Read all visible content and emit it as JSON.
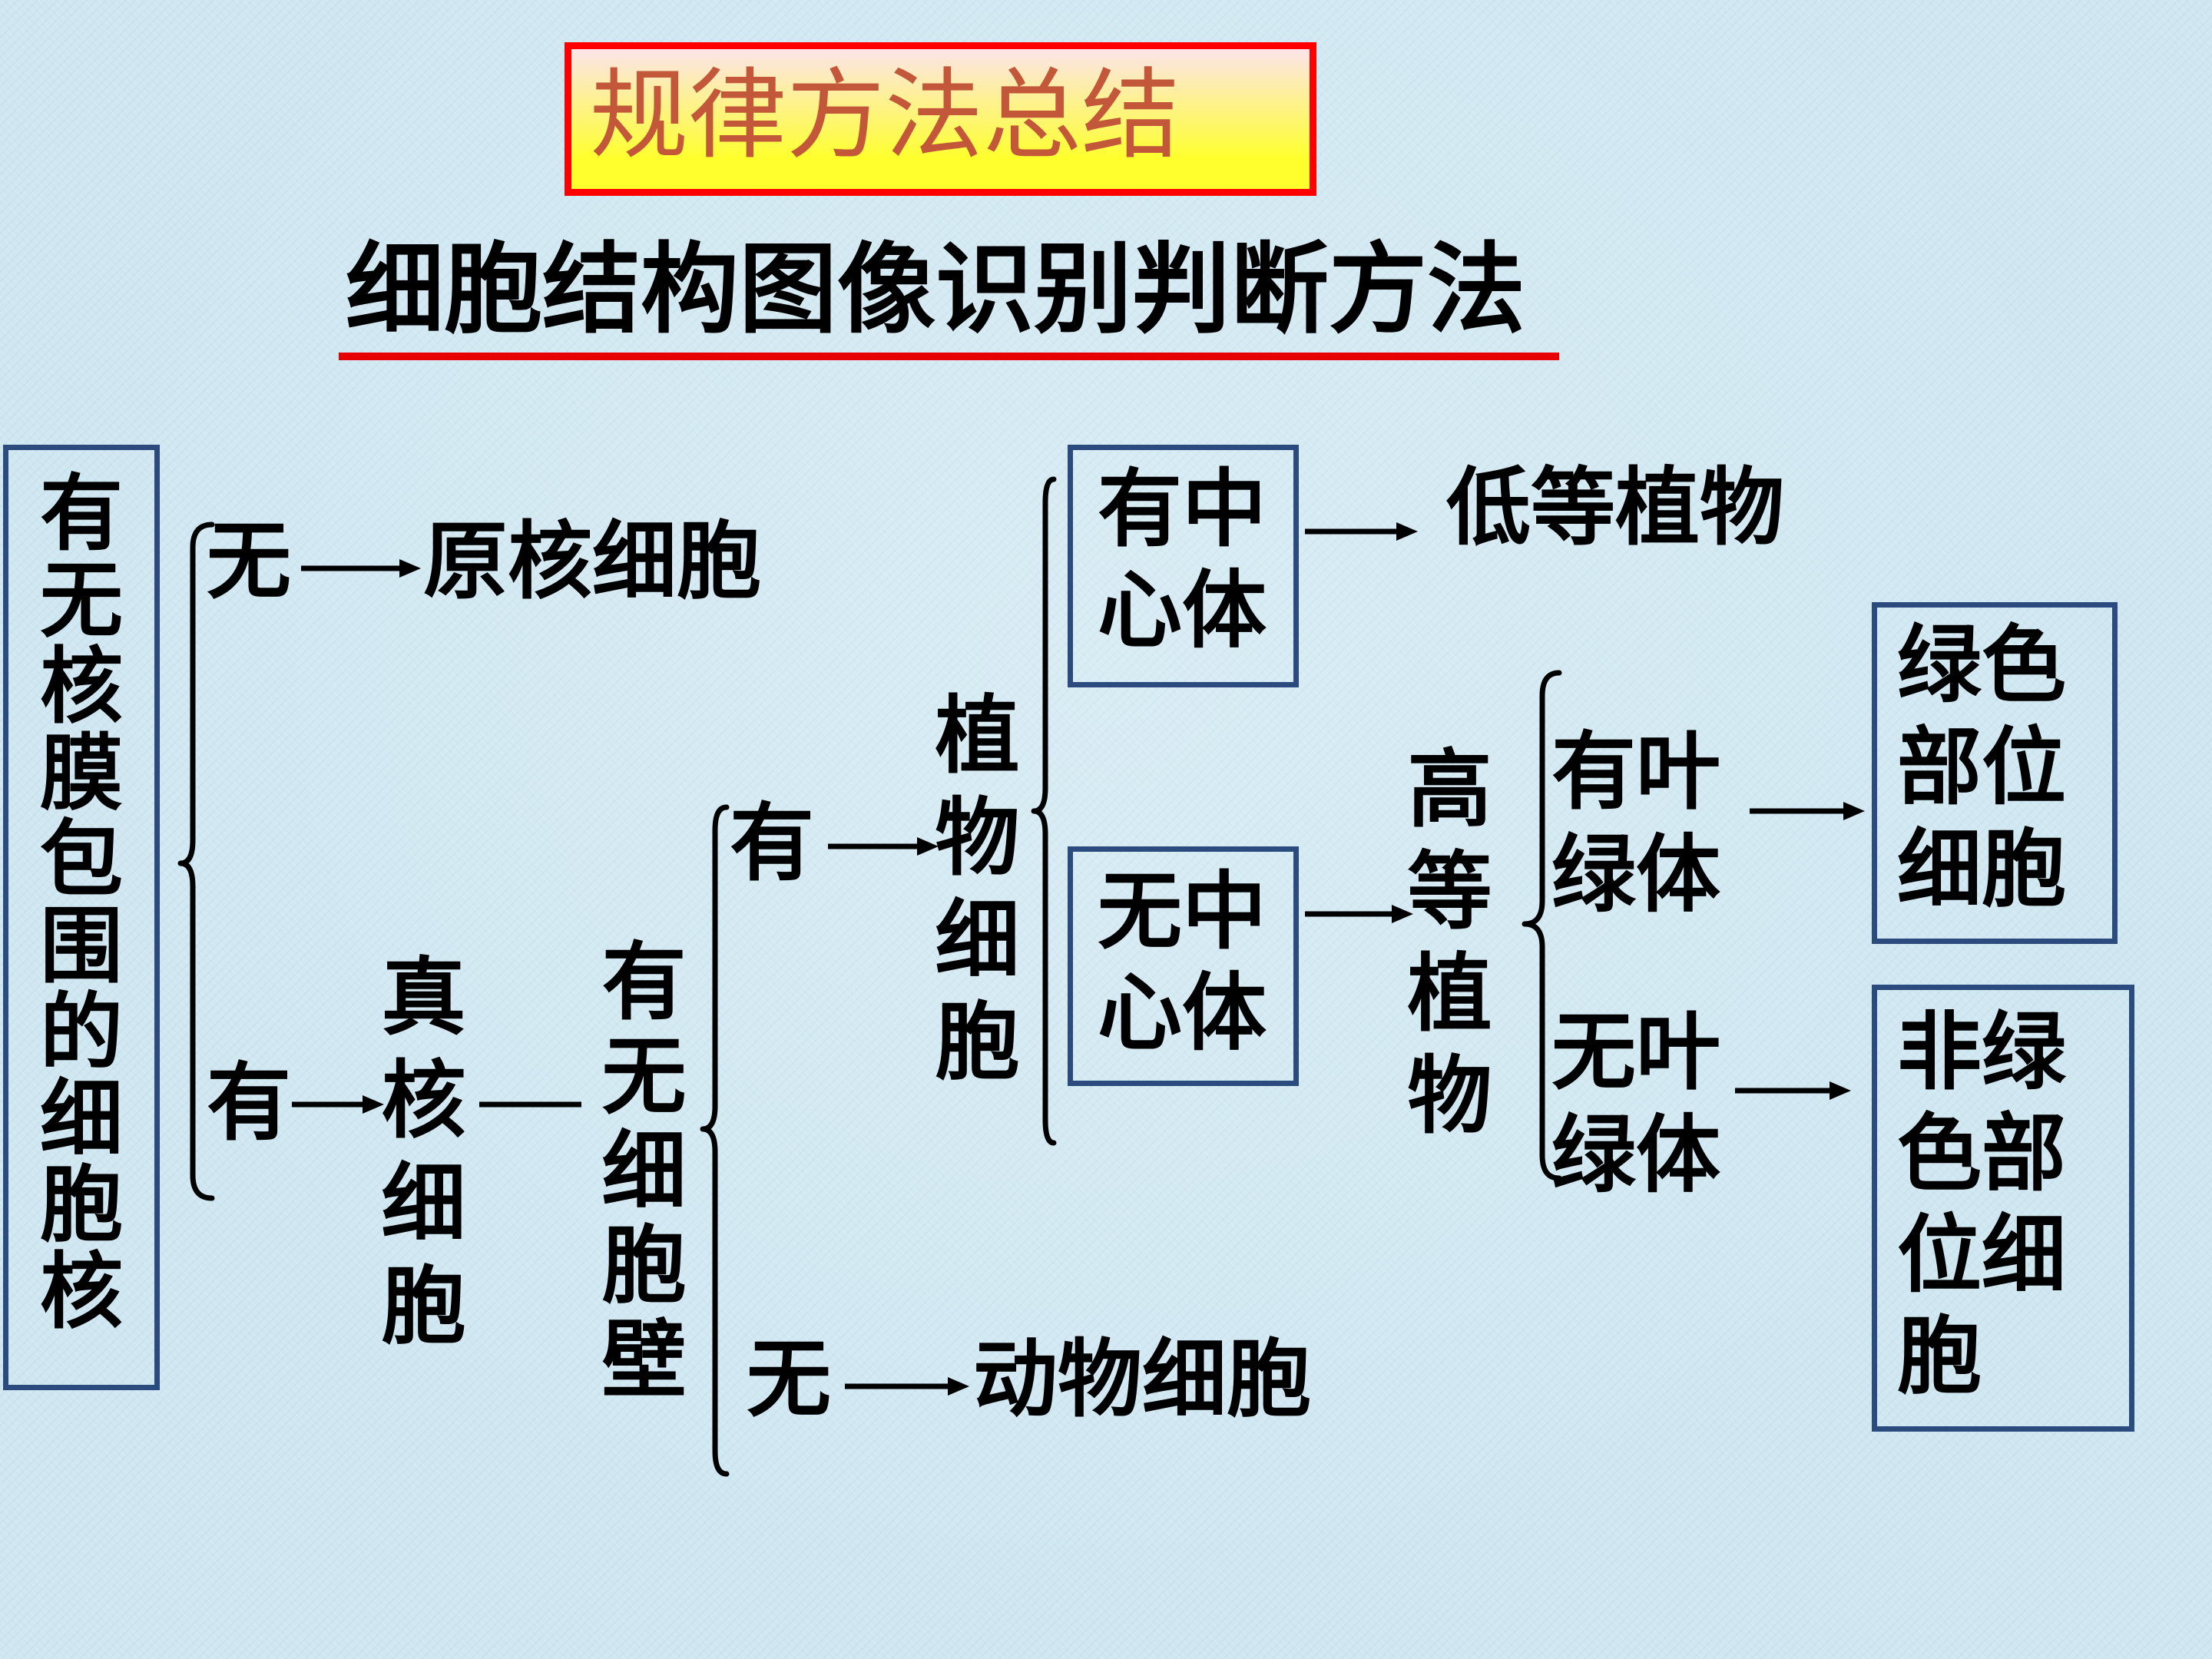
{
  "title": "规律方法总结",
  "subtitle": "细胞结构图像识别判断方法",
  "colors": {
    "background": "#cfe7f1",
    "title_border": "#ff0000",
    "title_text": "#c2573a",
    "title_fill_top": "#fce4ea",
    "title_fill_bottom": "#ffff2e",
    "box_border": "#2b4b7e",
    "underline": "#e60000",
    "text": "#000000"
  },
  "diagram": {
    "root": "有无核膜包围的细胞核",
    "nucleus": {
      "absent": {
        "condition": "无",
        "result": "原核细胞"
      },
      "present": {
        "condition": "有",
        "result": "真核细胞"
      }
    },
    "cell_wall": {
      "criterion": "有无细胞壁",
      "present": {
        "condition": "有",
        "result": "植物细胞"
      },
      "absent": {
        "condition": "无",
        "result": "动物细胞"
      }
    },
    "centrosome": {
      "present": {
        "condition": "有中心体",
        "result": "低等植物"
      },
      "absent": {
        "condition": "无中心体",
        "result": "高等植物"
      }
    },
    "chloroplast": {
      "present": {
        "condition": "有叶绿体",
        "result": "绿色部位细胞"
      },
      "absent": {
        "condition": "无叶绿体",
        "result": "非绿色部位细胞"
      }
    }
  }
}
